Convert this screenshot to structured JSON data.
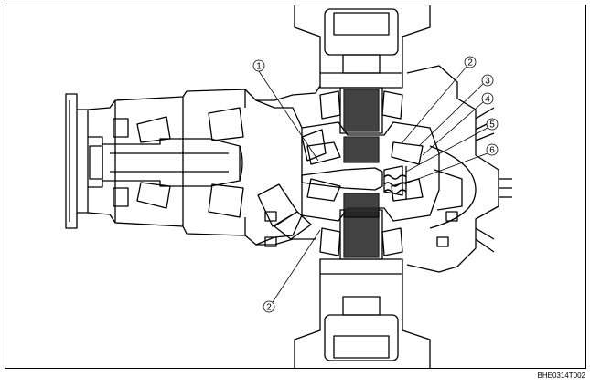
{
  "figure": {
    "code": "BHE0314T002",
    "callouts": [
      {
        "number": "1"
      },
      {
        "number": "2"
      },
      {
        "number": "3"
      },
      {
        "number": "4"
      },
      {
        "number": "5"
      },
      {
        "number": "6"
      },
      {
        "number": "2"
      }
    ]
  }
}
